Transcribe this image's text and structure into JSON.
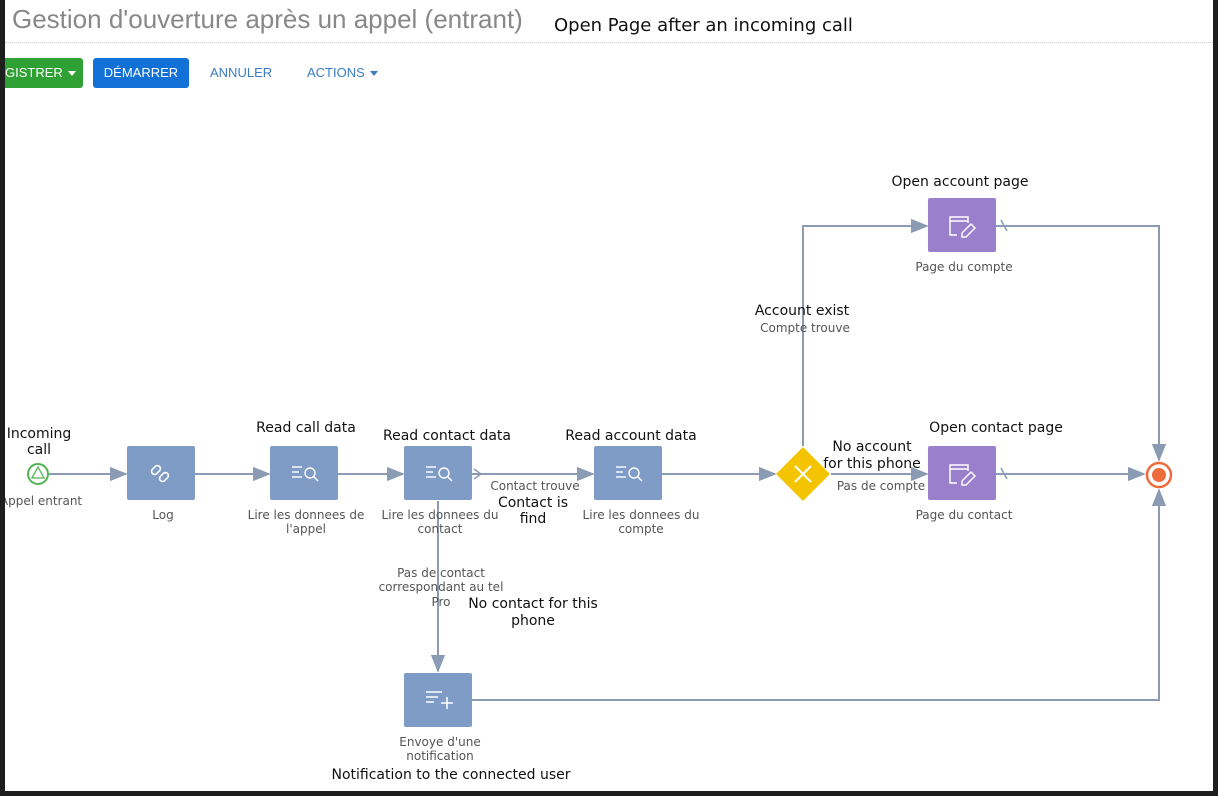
{
  "header": {
    "title": "Gestion d'ouverture après un appel (entrant)",
    "title_en": "Open Page after an incoming call"
  },
  "toolbar": {
    "save_label": "GISTRER",
    "start_label": "DÉMARRER",
    "cancel_label": "ANNULER",
    "actions_label": "ACTIONS"
  },
  "colors": {
    "save": "#2fa033",
    "start": "#1171d6",
    "task": "#7f9cc6",
    "page_task": "#9a7fcc",
    "gateway": "#f5c400",
    "start_event": "#52b352",
    "end_event": "#ee6b3b",
    "flow": "#8a9bb3"
  },
  "diagram": {
    "start_event": {
      "label": "Appel entrant",
      "annotation": [
        "Incoming",
        "call"
      ],
      "icon": "triangle-icon"
    },
    "log": {
      "label": "Log",
      "icon": "link-icon"
    },
    "read_call": {
      "label": [
        "Lire les donnees de",
        "l'appel"
      ],
      "annotation": "Read call data",
      "icon": "read-data-icon"
    },
    "read_contact": {
      "label": [
        "Lire les donnees du",
        "contact"
      ],
      "annotation": "Read contact data",
      "icon": "read-data-icon"
    },
    "read_account": {
      "label": [
        "Lire les donnees du",
        "compte"
      ],
      "annotation": "Read account data",
      "icon": "read-data-icon"
    },
    "gateway": {
      "icon": "close-x-icon"
    },
    "open_account": {
      "label": "Page du compte",
      "annotation": "Open account page",
      "icon": "edit-page-icon"
    },
    "open_contact": {
      "label": "Page du contact",
      "annotation": "Open contact page",
      "icon": "edit-page-icon"
    },
    "notification": {
      "label": [
        "Envoye d'une",
        "notification"
      ],
      "annotation": "Notification to the connected user",
      "icon": "add-list-icon"
    },
    "flows": {
      "contact_found": {
        "label": "Contact trouve",
        "annotation": [
          "Contact is",
          "find"
        ]
      },
      "no_contact": {
        "label": [
          "Pas de contact",
          "correspondant au tel",
          "Pro"
        ],
        "annotation": [
          "No contact for this",
          "phone"
        ]
      },
      "account_exist": {
        "label": "Compte trouve",
        "annotation": "Account exist"
      },
      "no_account": {
        "label": "Pas de compte",
        "annotation": [
          "No account",
          "for this phone"
        ]
      }
    }
  }
}
